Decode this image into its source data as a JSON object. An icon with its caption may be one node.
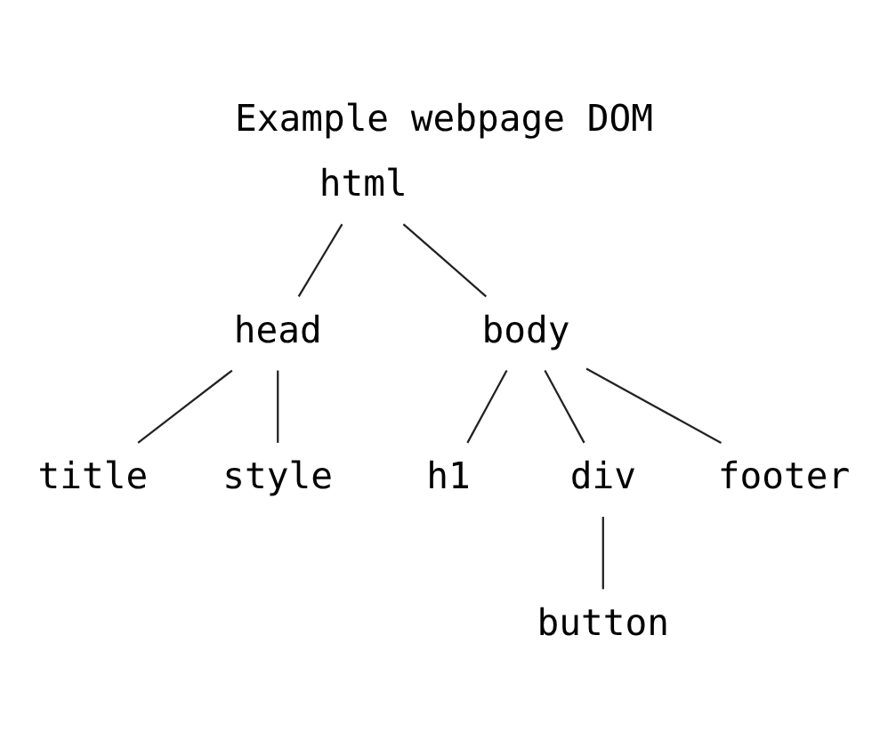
{
  "diagram": {
    "title": "Example webpage DOM",
    "nodes": [
      {
        "text": [
          "html"
        ]
      },
      {
        "text": [
          "head"
        ]
      },
      {
        "text": [
          "body"
        ]
      },
      {
        "text": [
          "title"
        ]
      },
      {
        "text": [
          "style"
        ]
      },
      {
        "text": [
          "h1"
        ]
      },
      {
        "text": [
          "div"
        ]
      },
      {
        "text": [
          "footer"
        ]
      },
      {
        "text": [
          "button"
        ]
      }
    ],
    "edges": [
      {
        "from": 0,
        "to": 1,
        "arrow": "none"
      },
      {
        "from": 0,
        "to": 2,
        "arrow": "none"
      },
      {
        "from": 1,
        "to": 3,
        "arrow": "none"
      },
      {
        "from": 1,
        "to": 4,
        "arrow": "none"
      },
      {
        "from": 2,
        "to": 5,
        "arrow": "none"
      },
      {
        "from": 2,
        "to": 6,
        "arrow": "none"
      },
      {
        "from": 2,
        "to": 7,
        "arrow": "none"
      },
      {
        "from": 6,
        "to": 8,
        "arrow": "none"
      }
    ]
  }
}
